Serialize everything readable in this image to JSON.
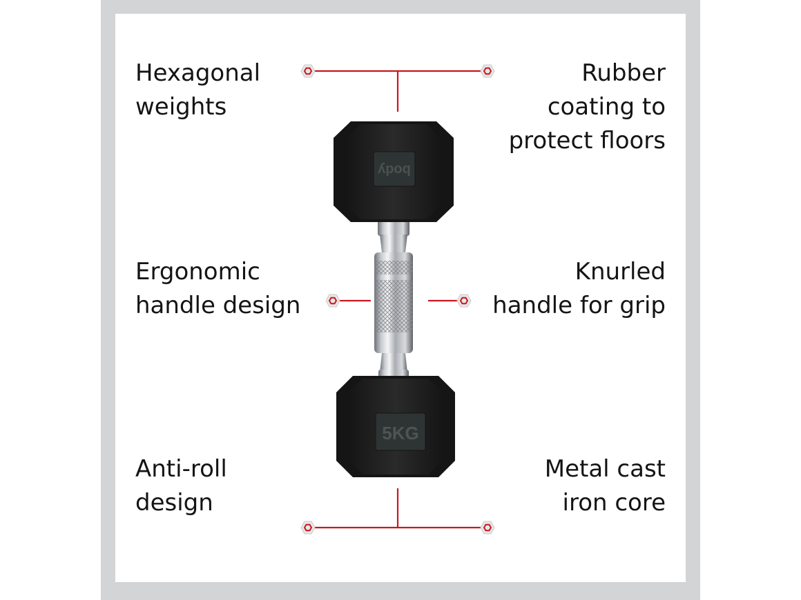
{
  "features": {
    "top_left": {
      "lines": [
        "Hexagonal",
        "weights"
      ]
    },
    "top_right": {
      "lines": [
        "Rubber",
        "coating to",
        "protect floors"
      ]
    },
    "mid_left": {
      "lines": [
        "Ergonomic",
        "handle design"
      ]
    },
    "mid_right": {
      "lines": [
        "Knurled",
        "handle for grip"
      ]
    },
    "bottom_left": {
      "lines": [
        "Anti-roll",
        "design"
      ]
    },
    "bottom_right": {
      "lines": [
        "Metal cast",
        "iron core"
      ]
    }
  },
  "product": {
    "weight_plate_text": "5KG",
    "brand_plate_text": "body"
  },
  "colors": {
    "accent_red": "#c8171d",
    "frame_gray": "#d2d4d6",
    "rubber_black": "#1c1c1c",
    "text": "#141414"
  }
}
